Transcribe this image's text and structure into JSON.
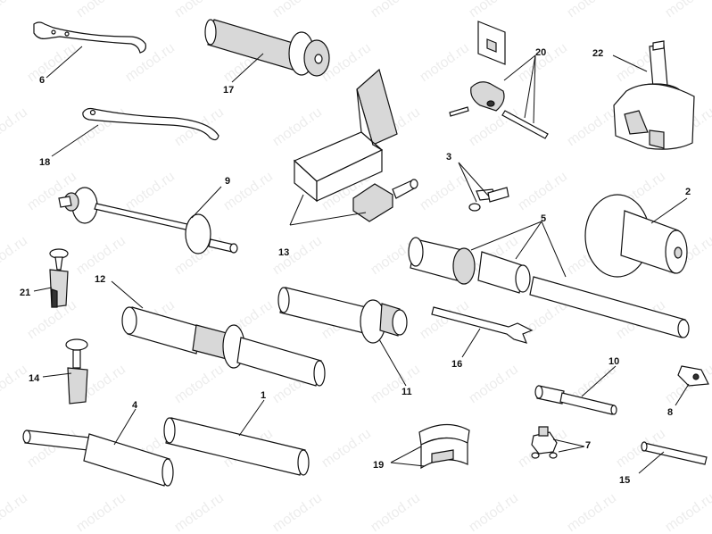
{
  "watermark": "motod.ru",
  "labels": {
    "l1": "1",
    "l2": "2",
    "l3": "3",
    "l4": "4",
    "l5": "5",
    "l6": "6",
    "l7": "7",
    "l8": "8",
    "l9": "9",
    "l10": "10",
    "l11": "11",
    "l12": "12",
    "l13": "13",
    "l14": "14",
    "l15": "15",
    "l16": "16",
    "l17": "17",
    "l18": "18",
    "l19": "19",
    "l20": "20",
    "l21": "21",
    "l22": "22"
  }
}
